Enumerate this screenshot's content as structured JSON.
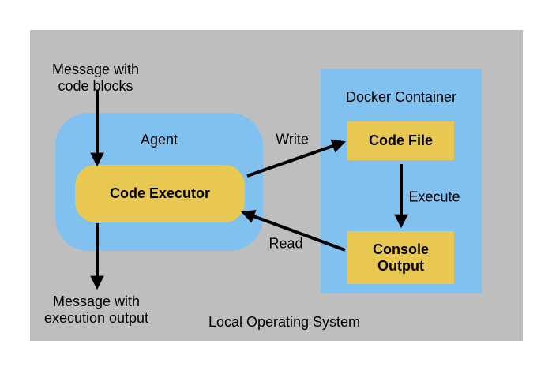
{
  "colors": {
    "canvas_bg": "#ffffff",
    "os_box_bg": "#bebebe",
    "container_blue": "#80c1f0",
    "node_yellow": "#e8c851",
    "text": "#000000",
    "arrow": "#000000"
  },
  "os": {
    "label": "Local Operating System"
  },
  "agent": {
    "label": "Agent",
    "code_executor_label": "Code Executor"
  },
  "docker": {
    "label": "Docker Container",
    "code_file_label": "Code File",
    "console_output_label": "Console\nOutput"
  },
  "messages": {
    "input": "Message with\ncode blocks",
    "output": "Message with\nexecution output"
  },
  "edges": {
    "write_label": "Write",
    "execute_label": "Execute",
    "read_label": "Read"
  }
}
